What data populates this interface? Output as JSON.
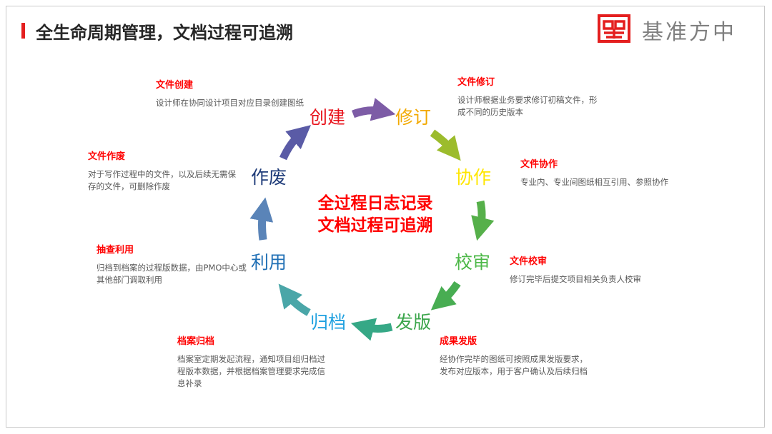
{
  "header": {
    "title": "全生命周期管理，文档过程可追溯",
    "logo_text": "基准方中",
    "logo_icon": "seal-logo-icon"
  },
  "colors": {
    "accent": "#e41f1f",
    "text_red": "#ff0000"
  },
  "center": {
    "line1": "全过程日志记录",
    "line2": "文档过程可追溯"
  },
  "stages": {
    "create": {
      "label": "创建",
      "color": "#e8121b"
    },
    "revise": {
      "label": "修订",
      "color": "#f2a900"
    },
    "collab": {
      "label": "协作",
      "color": "#ffe600"
    },
    "check": {
      "label": "校审",
      "color": "#4db848"
    },
    "release": {
      "label": "发版",
      "color": "#3aa54a"
    },
    "archive": {
      "label": "归档",
      "color": "#20a1e0"
    },
    "use": {
      "label": "利用",
      "color": "#1f6fb5"
    },
    "discard": {
      "label": "作废",
      "color": "#1d3a78"
    }
  },
  "descriptions": {
    "create": {
      "heading": "文件创建",
      "text": "设计师在协同设计项目对应目录创建图纸"
    },
    "revise": {
      "heading": "文件修订",
      "text": "设计师根据业务要求修订初稿文件，形成不同的历史版本"
    },
    "collab": {
      "heading": "文件协作",
      "text": "专业内、专业间图纸相互引用、参照协作"
    },
    "check": {
      "heading": "文件校审",
      "text": "修订完毕后提交项目相关负责人校审"
    },
    "release": {
      "heading": "成果发版",
      "text": "经协作完毕的图纸可按照成果发版要求，发布对应版本，用于客户确认及后续归档"
    },
    "archive": {
      "heading": "档案归档",
      "text": "档案室定期发起流程，通知项目组归档过程版本数据，并根据档案管理要求完成信息补录"
    },
    "use": {
      "heading": "抽查利用",
      "text": "归档到档案的过程版数据，由PMO中心或其他部门调取利用"
    },
    "discard": {
      "heading": "文件作废",
      "text": "对于写作过程中的文件，以及后续无需保存的文件，可删除作废"
    }
  }
}
